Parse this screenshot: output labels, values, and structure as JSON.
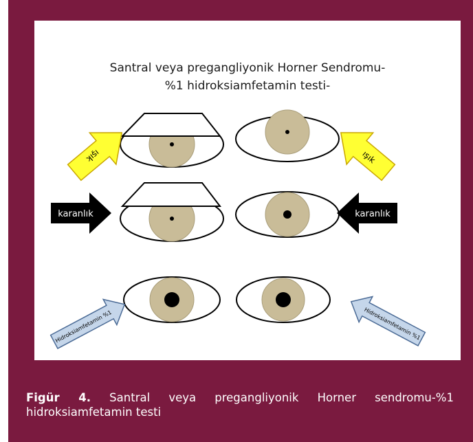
{
  "diagram": {
    "title_line1": "Santral veya pregangliyonik Horner Sendromu-",
    "title_line2": "%1 hidroksiamfetamin testi-",
    "light_label": "ışık",
    "dark_label": "karanlık",
    "drug_label": "Hidroksiamfetamin %1",
    "colors": {
      "background": "#7a1a3f",
      "iris": "#c9bc98",
      "light_arrow": "#ffff33",
      "dark_arrow": "#000000",
      "drug_arrow": "#c5d6ea"
    }
  },
  "caption": {
    "label": "Figür 4.",
    "text": " Santral veya pregangliyonik Horner sendromu-%1 hidroksiamfetamin testi"
  }
}
